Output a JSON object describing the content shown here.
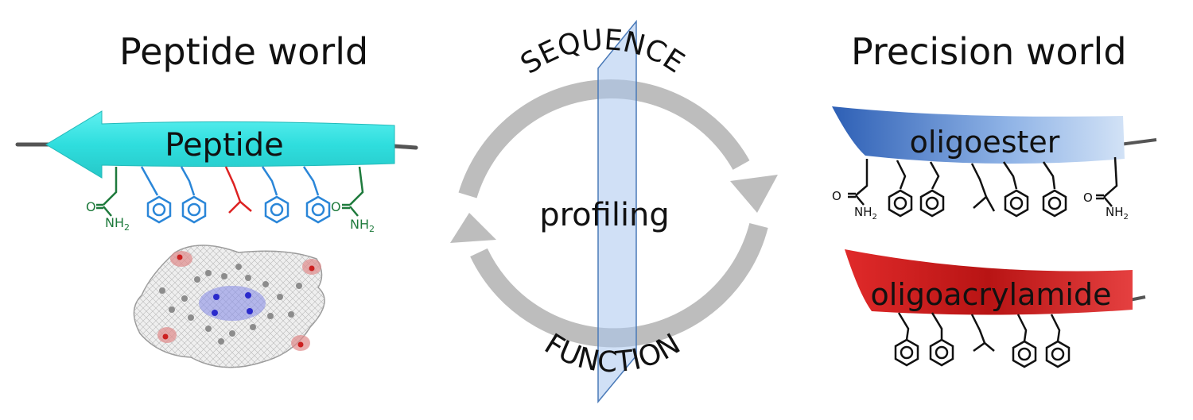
{
  "left_panel": {
    "title": "Peptide world",
    "arrow_label": "Peptide",
    "amide_label": "O",
    "nh2_label": "NH",
    "nh2_sub": "2"
  },
  "center_panel": {
    "top_word": "SEQUENCE",
    "bottom_word": "FUNCTION",
    "center_word": "profiling"
  },
  "right_panel": {
    "title": "Precision world",
    "oligoester_label": "oligoester",
    "oligoacrylamide_label": "oligoacrylamide"
  },
  "colors": {
    "peptide_arrow": "#33dede",
    "oligoester_ribbon": "#3d70c8",
    "oligoacrylamide_ribbon": "#d42020",
    "green_residue": "#1e7a3c",
    "blue_residue": "#2a86d8",
    "red_residue": "#dd2222",
    "cycle_arrow": "#bdbdbd",
    "plane": "#a9c6ee"
  }
}
